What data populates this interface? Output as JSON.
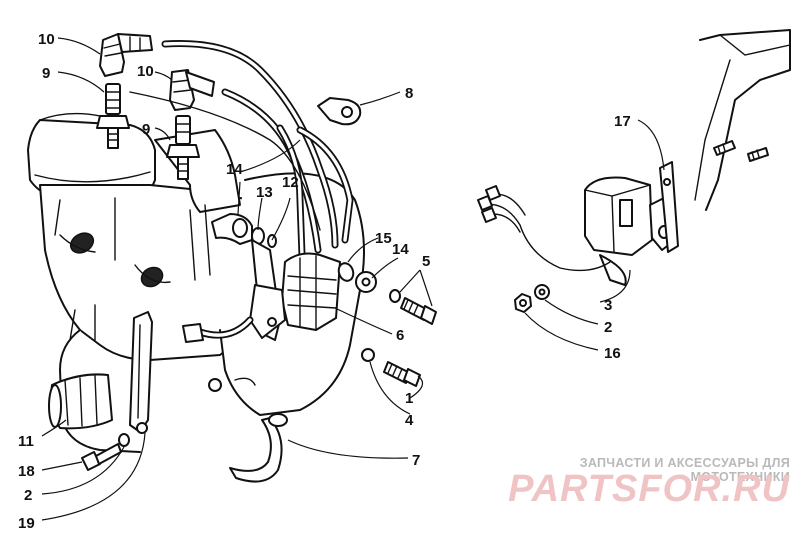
{
  "diagram": {
    "callouts": [
      {
        "id": "c10a",
        "label": "10"
      },
      {
        "id": "c9a",
        "label": "9"
      },
      {
        "id": "c10b",
        "label": "10"
      },
      {
        "id": "c9b",
        "label": "9"
      },
      {
        "id": "c8",
        "label": "8"
      },
      {
        "id": "c14a",
        "label": "14"
      },
      {
        "id": "c13",
        "label": "13"
      },
      {
        "id": "c12",
        "label": "12"
      },
      {
        "id": "c15",
        "label": "15"
      },
      {
        "id": "c14b",
        "label": "14"
      },
      {
        "id": "c5",
        "label": "5"
      },
      {
        "id": "c6",
        "label": "6"
      },
      {
        "id": "c1",
        "label": "1"
      },
      {
        "id": "c4",
        "label": "4"
      },
      {
        "id": "c7",
        "label": "7"
      },
      {
        "id": "c11",
        "label": "11"
      },
      {
        "id": "c18",
        "label": "18"
      },
      {
        "id": "c2a",
        "label": "2"
      },
      {
        "id": "c19",
        "label": "19"
      },
      {
        "id": "c17",
        "label": "17"
      },
      {
        "id": "c3",
        "label": "3"
      },
      {
        "id": "c2b",
        "label": "2"
      },
      {
        "id": "c16",
        "label": "16"
      }
    ]
  },
  "watermark": {
    "caption": "ЗАПЧАСТИ И АКСЕССУАРЫ ДЛЯ МОТОТЕХНИКИ",
    "logo": "PARTSFOR.RU"
  }
}
